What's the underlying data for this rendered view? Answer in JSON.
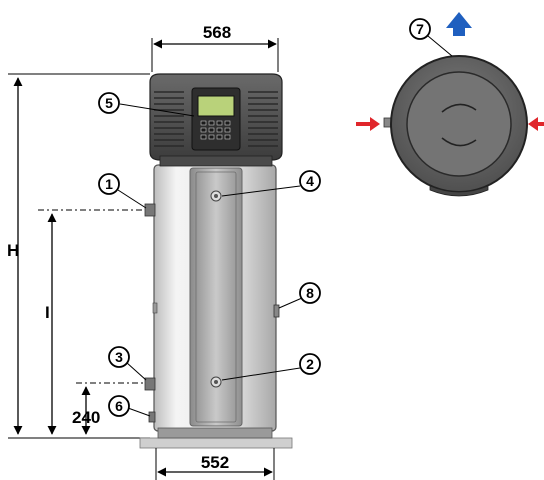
{
  "dimensions": {
    "top_width": "568",
    "base_width": "552",
    "height_label": "H",
    "inlet_height_label": "I",
    "bottom_offset": "240"
  },
  "callouts": {
    "c1": "1",
    "c2": "2",
    "c3": "3",
    "c4": "4",
    "c5": "5",
    "c6": "6",
    "c7": "7",
    "c8": "8"
  },
  "colors": {
    "tank_body": "#e6e6e6",
    "heat_pump_head": "#555555",
    "top_view_disc": "#6e6e6e",
    "air_out_arrow": "#1f5fbf",
    "air_in_arrow": "#e0262b"
  }
}
